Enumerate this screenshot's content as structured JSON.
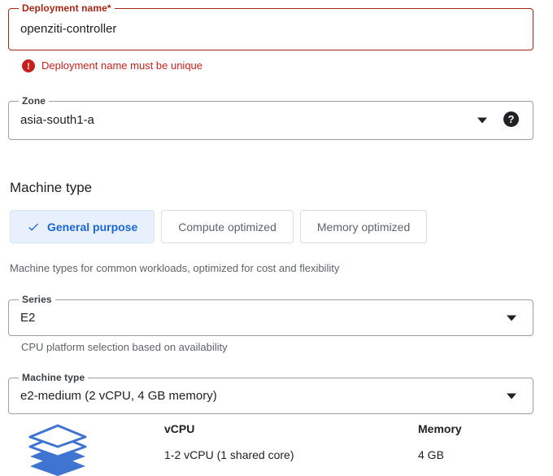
{
  "deployment_name_field": {
    "label": "Deployment name",
    "required_marker": "*",
    "value": "openziti-controller",
    "state": "error",
    "error_message": "Deployment name must be unique",
    "error_icon": "error-exclamation-icon",
    "error_color": "#c5221f",
    "border_color": "#a52714"
  },
  "zone_field": {
    "label": "Zone",
    "value": "asia-south1-a",
    "caret_icon": "chevron-down-icon",
    "help_icon": "help-question-icon",
    "help_glyph": "?"
  },
  "machine_type_section": {
    "heading": "Machine type",
    "toggles": [
      {
        "label": "General purpose",
        "selected": true,
        "icon": "check-icon"
      },
      {
        "label": "Compute optimized",
        "selected": false
      },
      {
        "label": "Memory optimized",
        "selected": false
      }
    ],
    "helper_text": "Machine types for common workloads, optimized for cost and flexibility",
    "accent_color": "#1967d2",
    "selected_bg": "#e8f0fe"
  },
  "series_field": {
    "label": "Series",
    "value": "E2",
    "caret_icon": "chevron-down-icon",
    "helper_text": "CPU platform selection based on availability"
  },
  "machine_type_field": {
    "label": "Machine type",
    "value": "e2-medium (2 vCPU, 4 GB memory)",
    "caret_icon": "chevron-down-icon"
  },
  "specs": {
    "icon": "stacked-layers-icon",
    "icon_color": "#3f74d0",
    "columns": [
      {
        "header": "vCPU",
        "value": "1-2 vCPU (1 shared core)"
      },
      {
        "header": "Memory",
        "value": "4 GB"
      }
    ]
  }
}
